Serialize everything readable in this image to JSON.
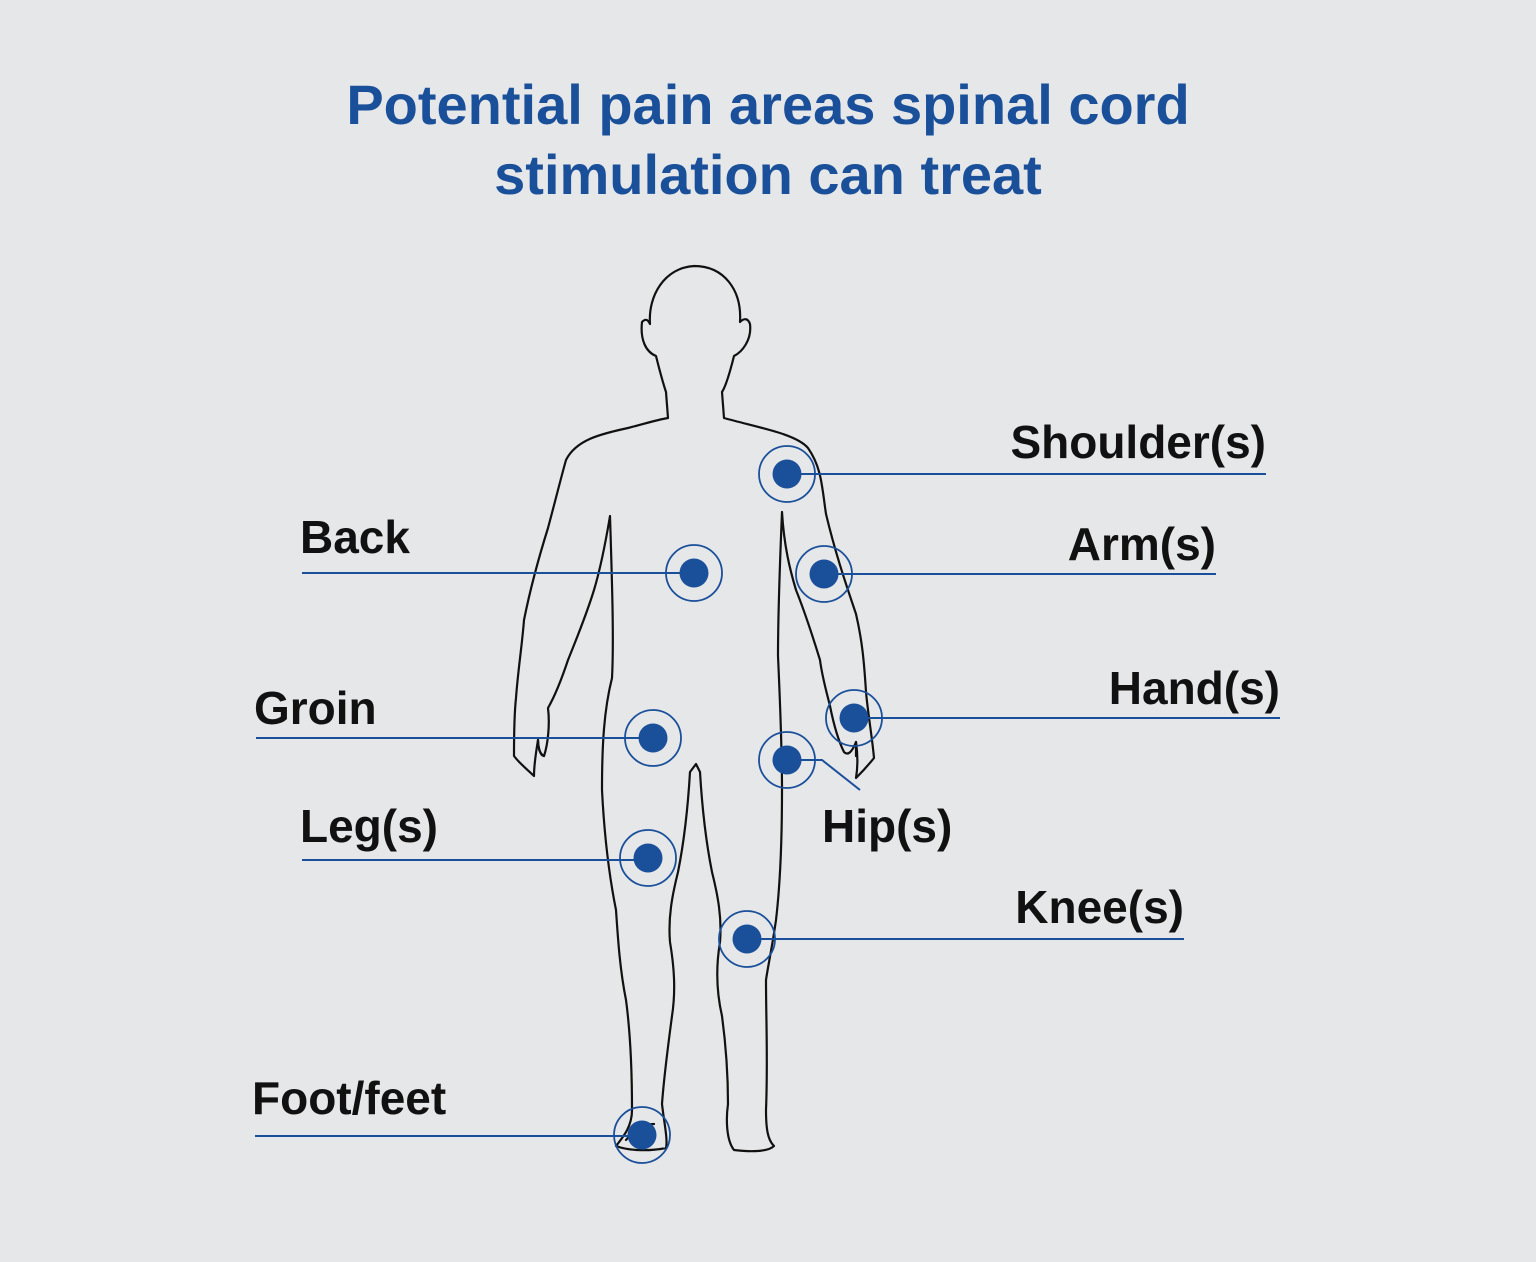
{
  "title": {
    "line1": "Potential pain areas spinal cord",
    "line2": "stimulation can treat"
  },
  "labels": {
    "shoulder": "Shoulder(s)",
    "arm": "Arm(s)",
    "hand": "Hand(s)",
    "hip": "Hip(s)",
    "knee": "Knee(s)",
    "back": "Back",
    "groin": "Groin",
    "leg": "Leg(s)",
    "foot": "Foot/feet"
  },
  "colors": {
    "background": "#e6e7e9",
    "accent": "#1a4f9a",
    "outline": "#111111",
    "label": "#111111"
  }
}
